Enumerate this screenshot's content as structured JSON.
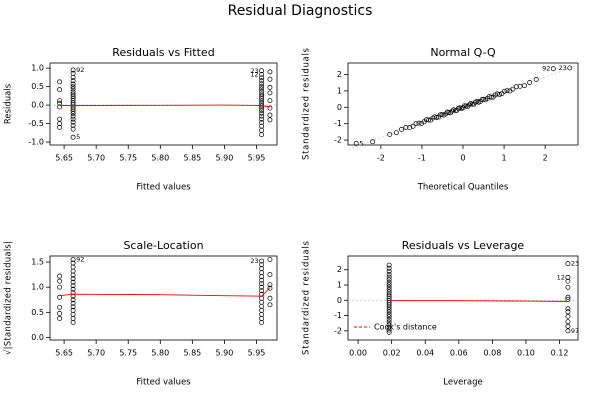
{
  "page": {
    "title": "Residual Diagnostics"
  },
  "colors": {
    "axis": "#000000",
    "points": "#000000",
    "smooth": "#ff0000",
    "zeroline": "#bebebe",
    "cook": "#ff0000"
  },
  "chart_data": [
    {
      "id": "resfit",
      "type": "scatter",
      "title": "Residuals vs Fitted",
      "xlabel": "Fitted values",
      "ylabel": "Residuals",
      "xlim": [
        5.628,
        5.982
      ],
      "ylim": [
        -1.08,
        1.14
      ],
      "xticks": [
        "5.65",
        "5.70",
        "5.75",
        "5.80",
        "5.85",
        "5.90",
        "5.95"
      ],
      "xtick_values": [
        5.65,
        5.7,
        5.75,
        5.8,
        5.85,
        5.9,
        5.95
      ],
      "yticks": [
        "-1.0",
        "-0.5",
        "0.0",
        "0.5",
        "1.0"
      ],
      "ytick_values": [
        -1.0,
        -0.5,
        0.0,
        0.5,
        1.0
      ],
      "zero_line": 0,
      "points": [
        [
          5.643,
          0.63
        ],
        [
          5.643,
          0.42
        ],
        [
          5.643,
          0.12
        ],
        [
          5.643,
          0.05
        ],
        [
          5.643,
          -0.05
        ],
        [
          5.643,
          -0.38
        ],
        [
          5.643,
          -0.5
        ],
        [
          5.643,
          -0.6
        ],
        [
          5.664,
          0.95
        ],
        [
          5.664,
          0.86
        ],
        [
          5.664,
          0.75
        ],
        [
          5.664,
          0.66
        ],
        [
          5.664,
          0.57
        ],
        [
          5.664,
          0.5
        ],
        [
          5.664,
          0.44
        ],
        [
          5.664,
          0.36
        ],
        [
          5.664,
          0.3
        ],
        [
          5.664,
          0.24
        ],
        [
          5.664,
          0.18
        ],
        [
          5.664,
          0.12
        ],
        [
          5.664,
          0.06
        ],
        [
          5.664,
          0.01
        ],
        [
          5.664,
          -0.05
        ],
        [
          5.664,
          -0.11
        ],
        [
          5.664,
          -0.17
        ],
        [
          5.664,
          -0.23
        ],
        [
          5.664,
          -0.3
        ],
        [
          5.664,
          -0.38
        ],
        [
          5.664,
          -0.46
        ],
        [
          5.664,
          -0.55
        ],
        [
          5.664,
          -0.65
        ],
        [
          5.664,
          -0.87
        ],
        [
          5.958,
          0.93
        ],
        [
          5.958,
          0.83
        ],
        [
          5.958,
          0.74
        ],
        [
          5.958,
          0.66
        ],
        [
          5.958,
          0.58
        ],
        [
          5.958,
          0.51
        ],
        [
          5.958,
          0.44
        ],
        [
          5.958,
          0.37
        ],
        [
          5.958,
          0.3
        ],
        [
          5.958,
          0.24
        ],
        [
          5.958,
          0.18
        ],
        [
          5.958,
          0.11
        ],
        [
          5.958,
          0.05
        ],
        [
          5.958,
          -0.02
        ],
        [
          5.958,
          -0.08
        ],
        [
          5.958,
          -0.15
        ],
        [
          5.958,
          -0.22
        ],
        [
          5.958,
          -0.3
        ],
        [
          5.958,
          -0.38
        ],
        [
          5.958,
          -0.47
        ],
        [
          5.958,
          -0.57
        ],
        [
          5.958,
          -0.68
        ],
        [
          5.958,
          -0.8
        ],
        [
          5.971,
          0.9
        ],
        [
          5.971,
          0.7
        ],
        [
          5.971,
          0.48
        ],
        [
          5.971,
          0.33
        ],
        [
          5.971,
          0.12
        ],
        [
          5.971,
          -0.08
        ],
        [
          5.971,
          -0.27
        ],
        [
          5.971,
          -0.4
        ]
      ],
      "smooth": [
        [
          5.643,
          -0.01
        ],
        [
          5.664,
          -0.01
        ],
        [
          5.8,
          -0.005
        ],
        [
          5.9,
          0.0
        ],
        [
          5.958,
          -0.01
        ],
        [
          5.971,
          -0.05
        ]
      ],
      "labels": [
        {
          "text": "92",
          "x": 5.664,
          "y": 0.95,
          "pos": "right"
        },
        {
          "text": "5",
          "x": 5.664,
          "y": -0.87,
          "pos": "right"
        },
        {
          "text": "23",
          "x": 5.958,
          "y": 0.93,
          "pos": "left"
        },
        {
          "text": "12",
          "x": 5.958,
          "y": 0.83,
          "pos": "left"
        }
      ]
    },
    {
      "id": "qq",
      "type": "scatter",
      "title": "Normal Q-Q",
      "xlabel": "Theoretical Quantiles",
      "ylabel": "Standardized residuals",
      "xlim": [
        -2.8,
        2.8
      ],
      "ylim": [
        -2.3,
        2.7
      ],
      "xticks": [
        "-2",
        "-1",
        "0",
        "1",
        "2"
      ],
      "xtick_values": [
        -2,
        -1,
        0,
        1,
        2
      ],
      "yticks": [
        "-2",
        "-1",
        "0",
        "1",
        "2"
      ],
      "ytick_values": [
        -2,
        -1,
        0,
        1,
        2
      ],
      "n_points": 67,
      "slope": 0.92,
      "points_low": [
        [
          -2.6,
          -2.2
        ],
        [
          -2.2,
          -2.1
        ]
      ],
      "points_high": [
        [
          2.2,
          2.35
        ],
        [
          2.6,
          2.4
        ]
      ],
      "labels": [
        {
          "text": "5",
          "x": -2.6,
          "y": -2.2,
          "pos": "right"
        },
        {
          "text": "92",
          "x": 2.2,
          "y": 2.35,
          "pos": "left"
        },
        {
          "text": "23",
          "x": 2.6,
          "y": 2.4,
          "pos": "left"
        }
      ]
    },
    {
      "id": "scaleloc",
      "type": "scatter",
      "title": "Scale-Location",
      "xlabel": "Fitted values",
      "ylabel": "√|Standardized residuals|",
      "xlim": [
        5.628,
        5.982
      ],
      "ylim": [
        -0.05,
        1.62
      ],
      "xticks": [
        "5.65",
        "5.70",
        "5.75",
        "5.80",
        "5.85",
        "5.90",
        "5.95"
      ],
      "xtick_values": [
        5.65,
        5.7,
        5.75,
        5.8,
        5.85,
        5.9,
        5.95
      ],
      "yticks": [
        "0.0",
        "0.5",
        "1.0",
        "1.5"
      ],
      "ytick_values": [
        0.0,
        0.5,
        1.0,
        1.5
      ],
      "points": [
        [
          5.643,
          1.22
        ],
        [
          5.643,
          1.12
        ],
        [
          5.643,
          1.0
        ],
        [
          5.643,
          0.8
        ],
        [
          5.643,
          0.6
        ],
        [
          5.643,
          0.48
        ],
        [
          5.643,
          0.38
        ],
        [
          5.664,
          1.55
        ],
        [
          5.664,
          1.48
        ],
        [
          5.664,
          1.4
        ],
        [
          5.664,
          1.32
        ],
        [
          5.664,
          1.24
        ],
        [
          5.664,
          1.17
        ],
        [
          5.664,
          1.1
        ],
        [
          5.664,
          1.03
        ],
        [
          5.664,
          0.96
        ],
        [
          5.664,
          0.89
        ],
        [
          5.664,
          0.82
        ],
        [
          5.664,
          0.75
        ],
        [
          5.664,
          0.68
        ],
        [
          5.664,
          0.61
        ],
        [
          5.664,
          0.54
        ],
        [
          5.664,
          0.46
        ],
        [
          5.664,
          0.38
        ],
        [
          5.664,
          0.3
        ],
        [
          5.958,
          1.52
        ],
        [
          5.958,
          1.45
        ],
        [
          5.958,
          1.37
        ],
        [
          5.958,
          1.29
        ],
        [
          5.958,
          1.21
        ],
        [
          5.958,
          1.14
        ],
        [
          5.958,
          1.07
        ],
        [
          5.958,
          1.0
        ],
        [
          5.958,
          0.93
        ],
        [
          5.958,
          0.86
        ],
        [
          5.958,
          0.78
        ],
        [
          5.958,
          0.7
        ],
        [
          5.958,
          0.62
        ],
        [
          5.958,
          0.54
        ],
        [
          5.958,
          0.46
        ],
        [
          5.958,
          0.38
        ],
        [
          5.958,
          0.3
        ],
        [
          5.971,
          1.55
        ],
        [
          5.971,
          1.25
        ],
        [
          5.971,
          1.05
        ],
        [
          5.971,
          0.98
        ],
        [
          5.971,
          0.78
        ],
        [
          5.971,
          0.65
        ]
      ],
      "smooth": [
        [
          5.643,
          0.83
        ],
        [
          5.664,
          0.86
        ],
        [
          5.8,
          0.85
        ],
        [
          5.9,
          0.83
        ],
        [
          5.958,
          0.82
        ],
        [
          5.971,
          0.99
        ]
      ],
      "labels": [
        {
          "text": "92",
          "x": 5.664,
          "y": 1.55,
          "pos": "right"
        },
        {
          "text": "23",
          "x": 5.958,
          "y": 1.52,
          "pos": "left"
        }
      ]
    },
    {
      "id": "resleverage",
      "type": "scatter",
      "title": "Residuals vs Leverage",
      "xlabel": "Leverage",
      "ylabel": "Standardized residuals",
      "xlim": [
        -0.006,
        0.131
      ],
      "ylim": [
        -2.6,
        2.9
      ],
      "xticks": [
        "0.00",
        "0.02",
        "0.04",
        "0.06",
        "0.08",
        "0.10",
        "0.12"
      ],
      "xtick_values": [
        0.0,
        0.02,
        0.04,
        0.06,
        0.08,
        0.1,
        0.12
      ],
      "yticks": [
        "-2",
        "-1",
        "0",
        "1",
        "2"
      ],
      "ytick_values": [
        -2,
        -1,
        0,
        1,
        2
      ],
      "zero_line": 0,
      "points": [
        [
          0.0185,
          2.3
        ],
        [
          0.0185,
          2.1
        ],
        [
          0.0185,
          1.9
        ],
        [
          0.0185,
          1.7
        ],
        [
          0.0185,
          1.52
        ],
        [
          0.0185,
          1.35
        ],
        [
          0.0185,
          1.18
        ],
        [
          0.0185,
          1.02
        ],
        [
          0.0185,
          0.86
        ],
        [
          0.0185,
          0.7
        ],
        [
          0.0185,
          0.55
        ],
        [
          0.0185,
          0.4
        ],
        [
          0.0185,
          0.26
        ],
        [
          0.0185,
          0.12
        ],
        [
          0.0185,
          -0.02
        ],
        [
          0.0185,
          -0.16
        ],
        [
          0.0185,
          -0.3
        ],
        [
          0.0185,
          -0.45
        ],
        [
          0.0185,
          -0.6
        ],
        [
          0.0185,
          -0.76
        ],
        [
          0.0185,
          -0.92
        ],
        [
          0.0185,
          -1.08
        ],
        [
          0.0185,
          -1.25
        ],
        [
          0.0185,
          -1.42
        ],
        [
          0.0185,
          -1.6
        ],
        [
          0.0185,
          -1.78
        ],
        [
          0.0185,
          -1.95
        ],
        [
          0.0185,
          -2.1
        ],
        [
          0.125,
          2.4
        ],
        [
          0.125,
          1.5
        ],
        [
          0.125,
          1.25
        ],
        [
          0.125,
          0.85
        ],
        [
          0.125,
          0.2
        ],
        [
          0.125,
          0.05
        ],
        [
          0.125,
          -0.55
        ],
        [
          0.125,
          -0.75
        ],
        [
          0.125,
          -1.05
        ],
        [
          0.125,
          -1.4
        ],
        [
          0.125,
          -1.7
        ],
        [
          0.125,
          -2.0
        ]
      ],
      "smooth": [
        [
          0.0185,
          -0.02
        ],
        [
          0.06,
          -0.03
        ],
        [
          0.1,
          -0.05
        ],
        [
          0.125,
          -0.08
        ]
      ],
      "legend": {
        "text": "Cook's distance",
        "placement": "bottom-left"
      },
      "labels": [
        {
          "text": "23",
          "x": 0.125,
          "y": 2.4,
          "pos": "right"
        },
        {
          "text": "12",
          "x": 0.125,
          "y": 1.5,
          "pos": "left"
        },
        {
          "text": "97",
          "x": 0.125,
          "y": -2.0,
          "pos": "right"
        }
      ]
    }
  ]
}
